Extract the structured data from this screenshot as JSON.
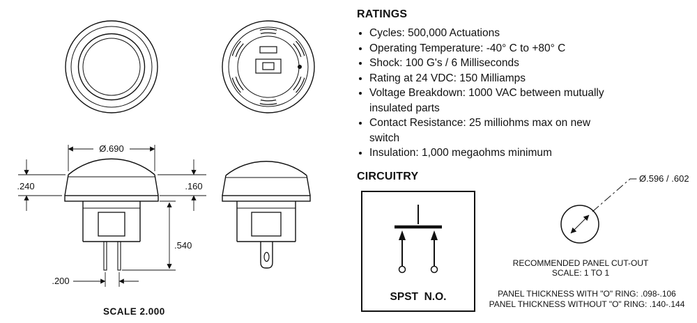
{
  "drawings": {
    "dim_diameter": "Ø.690",
    "dim_cap_height": ".240",
    "dim_bezel_height": ".160",
    "dim_body_height": ".540",
    "dim_pin_spacing": ".200",
    "scale_label": "SCALE 2.000"
  },
  "ratings": {
    "title": "RATINGS",
    "items": [
      "Cycles: 500,000 Actuations",
      "Operating Temperature: -40° C to +80° C",
      "Shock: 100 G's / 6 Milliseconds",
      "Rating at 24 VDC: 150 Milliamps",
      "Voltage Breakdown: 1000 VAC between mutually\ninsulated parts",
      "Contact Resistance: 25 milliohms max on new\nswitch",
      "Insulation: 1,000 megaohms minimum"
    ]
  },
  "circuitry": {
    "title": "CIRCUITRY",
    "label": "SPST  N.O."
  },
  "panel_cutout": {
    "dim": "Ø.596 / .602",
    "caption_line1": "RECOMMENDED PANEL CUT-OUT",
    "caption_line2": "SCALE: 1 TO 1",
    "note_line1": "PANEL THICKNESS WITH \"O\" RING: .098-.106",
    "note_line2": "PANEL THICKNESS WITHOUT \"O\" RING: .140-.144"
  }
}
